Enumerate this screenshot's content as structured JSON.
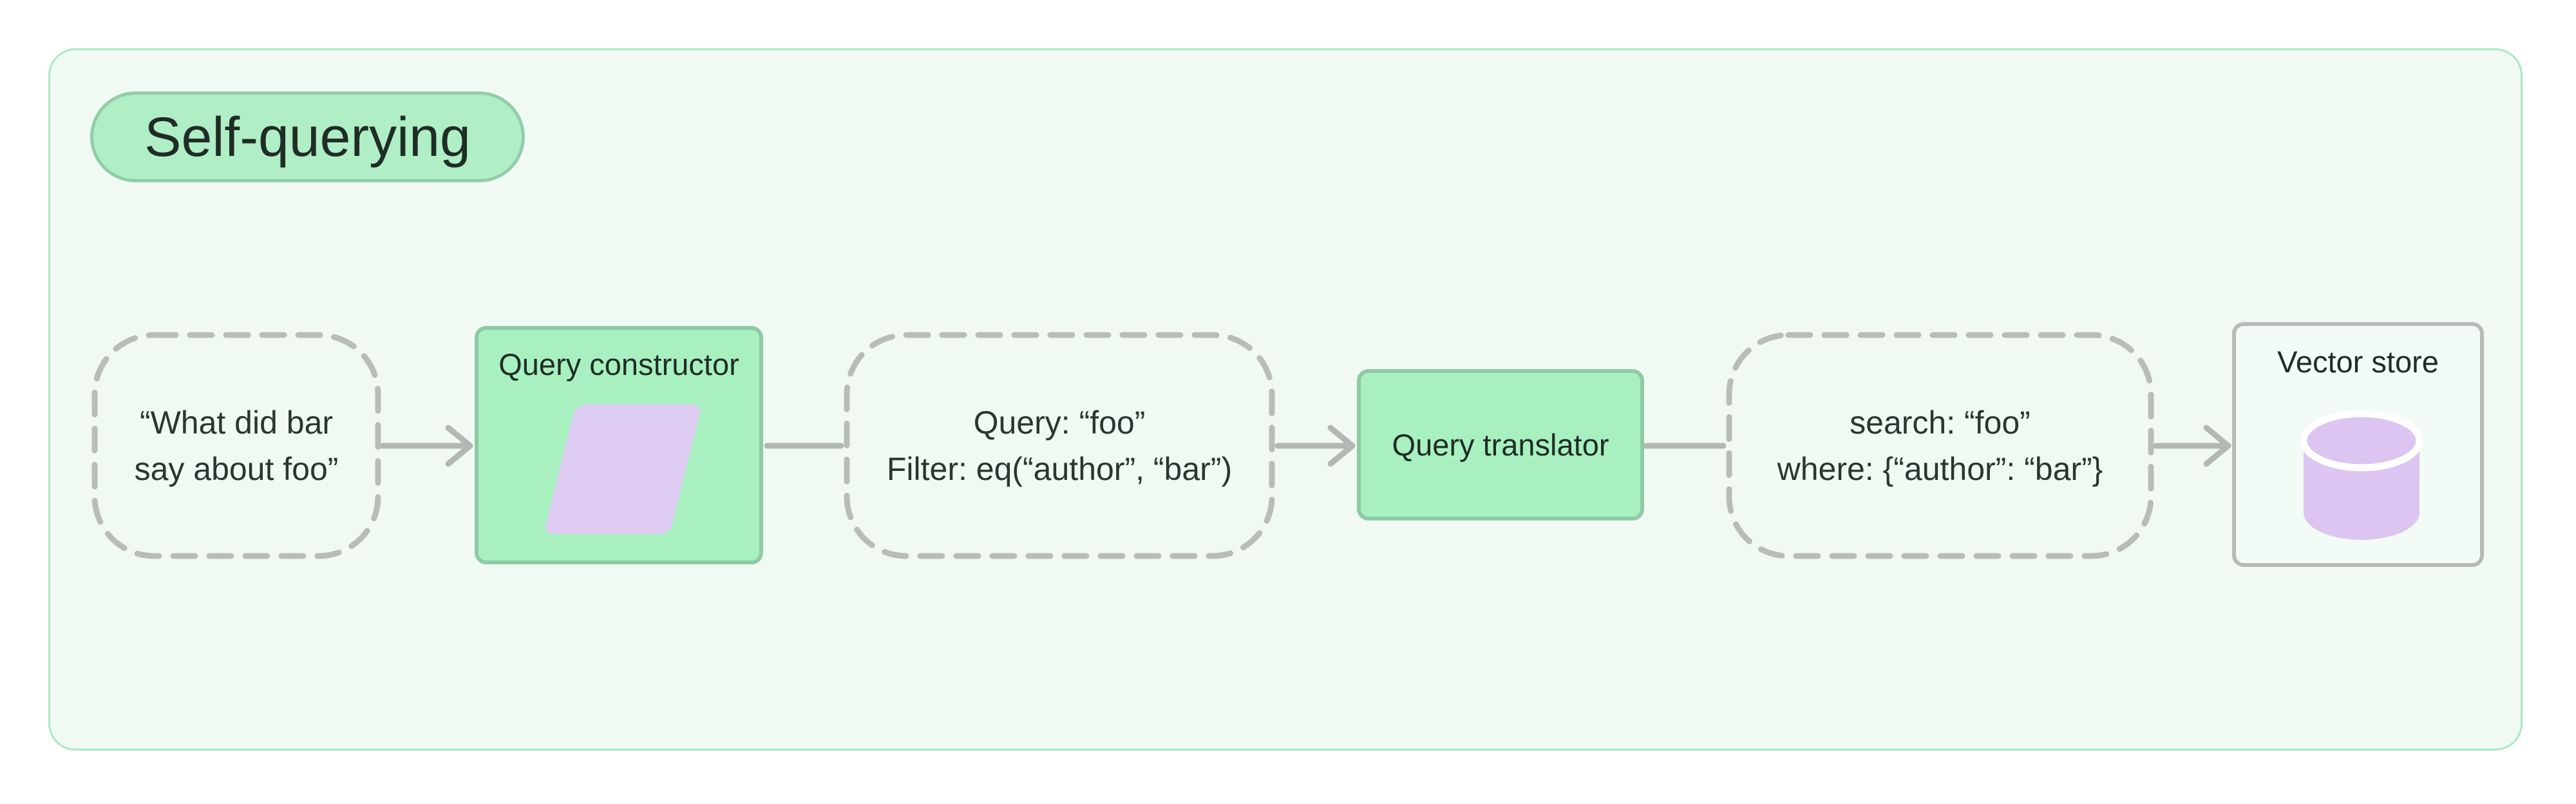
{
  "title": "Self-querying",
  "nodes": {
    "input": {
      "lines": [
        "“What did bar",
        "say about foo”"
      ]
    },
    "query_constructor": {
      "label": "Query constructor",
      "icon": "parallelogram-icon"
    },
    "constructed_query": {
      "lines": [
        "Query: “foo”",
        "Filter: eq(“author”, “bar”)"
      ]
    },
    "query_translator": {
      "label": "Query translator"
    },
    "translated_query": {
      "lines": [
        "search: “foo”",
        "where: {“author”: “bar”}"
      ]
    },
    "vector_store": {
      "label": "Vector store",
      "icon": "database-icon"
    }
  },
  "colors": {
    "canvas_bg": "#f0faf3",
    "canvas_border": "#abe7c4",
    "green_fill": "#a9f0c1",
    "green_border": "#8ecaa5",
    "purple": "#ddcbf2",
    "gray_line": "#b4b8b4",
    "dash_gray": "#b9bdb9",
    "text": "#26312a"
  }
}
